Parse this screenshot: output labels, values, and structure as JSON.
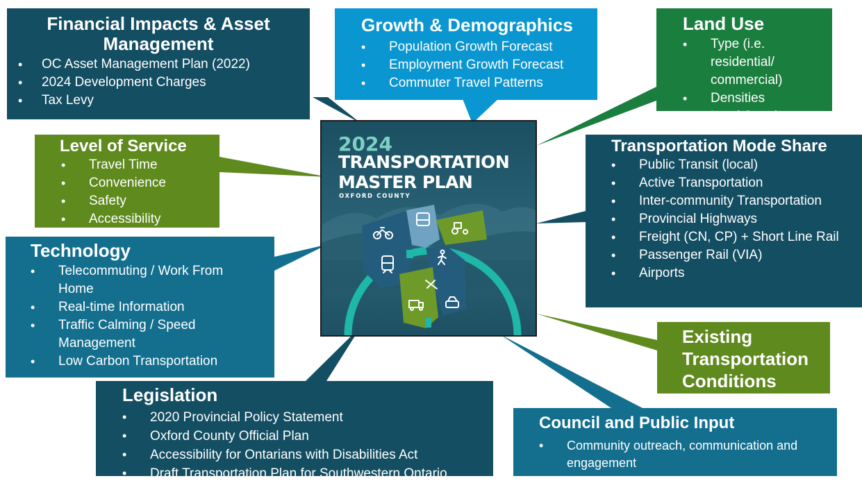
{
  "cover": {
    "year": "2024",
    "title_line1": "TRANSPORTATION",
    "title_line2": "MASTER PLAN",
    "county": "OXFORD COUNTY"
  },
  "financial": {
    "title": "Financial Impacts & Asset Management",
    "items": [
      "OC Asset Management Plan (2022)",
      "2024 Development Charges",
      "Tax Levy"
    ]
  },
  "growth": {
    "title": "Growth & Demographics",
    "items": [
      "Population Growth Forecast",
      "Employment Growth Forecast",
      "Commuter Travel Patterns"
    ]
  },
  "land_use": {
    "title": "Land Use",
    "items": [
      "Type (i.e. residential/ commercial)",
      "Densities",
      "Land Supply"
    ]
  },
  "level_of_service": {
    "title": "Level of Service",
    "items": [
      "Travel Time",
      "Convenience",
      "Safety",
      "Accessibility"
    ]
  },
  "mode_share": {
    "title": "Transportation Mode Share",
    "items": [
      "Public Transit (local)",
      "Active Transportation",
      "Inter-community Transportation",
      "Provincial Highways",
      "Freight (CN, CP) + Short Line Rail",
      "Passenger Rail (VIA)",
      "Airports"
    ]
  },
  "technology": {
    "title": "Technology",
    "items": [
      "Telecommuting / Work From Home",
      "Real-time Information",
      "Traffic Calming / Speed Management",
      "Low Carbon Transportation"
    ]
  },
  "existing": {
    "title": "Existing Transportation Conditions"
  },
  "legislation": {
    "title": "Legislation",
    "items": [
      "2020 Provincial Policy Statement",
      "Oxford County Official Plan",
      "Accessibility for Ontarians with Disabilities Act",
      "Draft Transportation Plan for Southwestern Ontario"
    ]
  },
  "council": {
    "title": "Council and Public Input",
    "items": [
      "Community outreach, communication and engagement"
    ]
  },
  "colors": {
    "dark_teal": "#144e63",
    "mid_teal": "#146f8f",
    "sky_blue": "#0a96d1",
    "forest_green": "#1a7e3e",
    "olive_green": "#5f8a1e",
    "cover_accent": "#7ed0c4"
  },
  "icons": [
    "bicycle-icon",
    "bus-icon",
    "tractor-icon",
    "train-icon",
    "pedestrian-icon",
    "airplane-icon",
    "truck-icon",
    "car-icon"
  ]
}
